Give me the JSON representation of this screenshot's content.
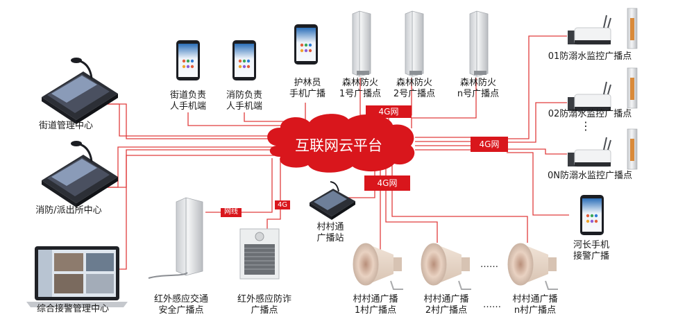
{
  "platform": {
    "label": "互联网云平台",
    "color": "#d9161c"
  },
  "network_badges": {
    "top_4g": "4G网",
    "right_4g": "4G网",
    "bottom_4g": "4G网",
    "wired": "网线",
    "small_4g": "4G"
  },
  "nodes": {
    "street_center": "街道管理中心",
    "police_center": "消防/派出所中心",
    "integrated_center": "综合接警管理中心",
    "street_phone": [
      "街道负责",
      "人手机端"
    ],
    "fire_phone": [
      "消防负责",
      "人手机端"
    ],
    "ranger_phone": [
      "护林员",
      "手机广播"
    ],
    "forest_1": [
      "森林防火",
      "1号广播点"
    ],
    "forest_2": [
      "森林防火",
      "2号广播点"
    ],
    "forest_n": [
      "森林防火",
      "n号广播点"
    ],
    "drown_01": "01防溺水监控广播点",
    "drown_02": "02防溺水监控广播点",
    "drown_0n": "0N防溺水监控广播点",
    "river_chief": [
      "河长手机",
      "接警广播"
    ],
    "village_station": [
      "村村通",
      "广播站"
    ],
    "traffic_speaker": [
      "红外感应交通",
      "安全广播点"
    ],
    "fraud_speaker": [
      "红外感应防诈",
      "广播点"
    ],
    "village_1": [
      "村村通广播",
      "1村广播点"
    ],
    "village_2": [
      "村村通广播",
      "2村广播点"
    ],
    "village_n": [
      "村村通广播",
      "n村广播点"
    ]
  },
  "ellipsis": {
    "horn": "……",
    "village": "……",
    "camera": "⋮"
  },
  "icons": [
    "desktop-mic-console-icon",
    "smartphone-app-icon",
    "column-speaker-icon",
    "bullet-camera-icon",
    "laptop-monitor-icon",
    "horn-speaker-icon",
    "wall-speaker-icon",
    "station-console-icon"
  ]
}
